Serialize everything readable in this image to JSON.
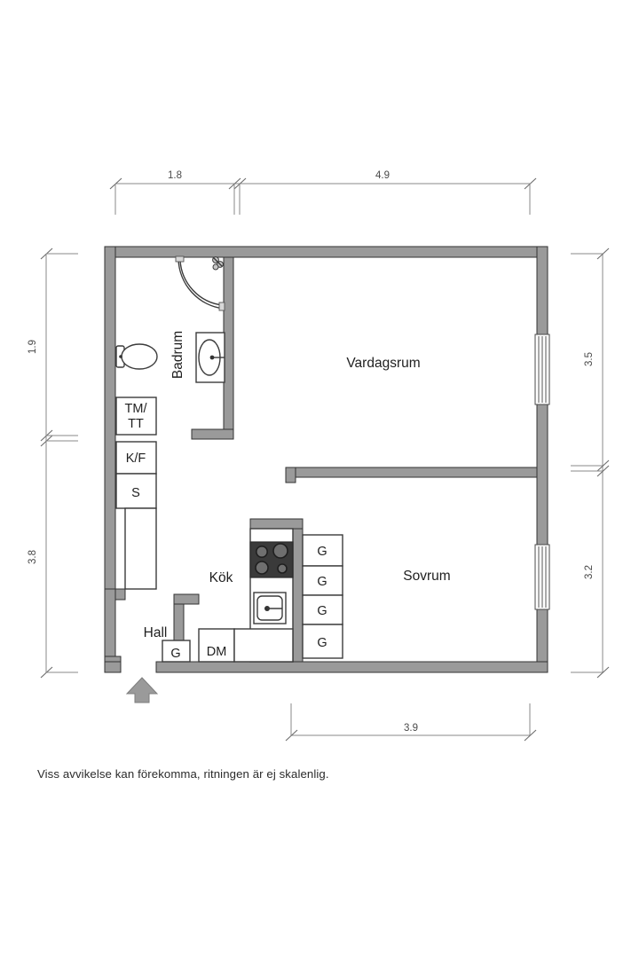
{
  "document": {
    "type": "floor-plan",
    "language": "sv",
    "footnote": "Viss avvikelse kan förekomma, ritningen är ej skalenlig.",
    "background_color": "#ffffff",
    "wall_color": "#9a9a9a",
    "outline_color": "#333333",
    "dimension_color": "#8a8a8a"
  },
  "rooms": [
    {
      "key": "badrum",
      "label": "Badrum",
      "orientation": "vertical"
    },
    {
      "key": "vardagsrum",
      "label": "Vardagsrum",
      "orientation": "horizontal"
    },
    {
      "key": "sovrum",
      "label": "Sovrum",
      "orientation": "horizontal"
    },
    {
      "key": "kok",
      "label": "Kök",
      "orientation": "horizontal"
    },
    {
      "key": "hall",
      "label": "Hall",
      "orientation": "horizontal"
    }
  ],
  "appliances": [
    {
      "key": "tm-tt",
      "label_line1": "TM/",
      "label_line2": "TT"
    },
    {
      "key": "k-f",
      "label": "K/F"
    },
    {
      "key": "s",
      "label": "S"
    },
    {
      "key": "dm",
      "label": "DM"
    },
    {
      "key": "g-hall",
      "label": "G"
    },
    {
      "key": "g-1",
      "label": "G"
    },
    {
      "key": "g-2",
      "label": "G"
    },
    {
      "key": "g-3",
      "label": "G"
    },
    {
      "key": "g-4",
      "label": "G"
    }
  ],
  "fixtures": [
    {
      "key": "shower",
      "name": "corner-shower"
    },
    {
      "key": "toilet",
      "name": "toilet"
    },
    {
      "key": "washbasin",
      "name": "washbasin"
    },
    {
      "key": "kitchen-sink",
      "name": "kitchen-sink"
    },
    {
      "key": "stove",
      "name": "stove-four-burner"
    },
    {
      "key": "entrance-arrow",
      "name": "entrance-arrow"
    },
    {
      "key": "window-living",
      "name": "window"
    },
    {
      "key": "window-bedroom",
      "name": "window"
    }
  ],
  "dimensions": {
    "top": [
      {
        "key": "top-left",
        "value": "1.8"
      },
      {
        "key": "top-right",
        "value": "4.9"
      }
    ],
    "left": [
      {
        "key": "left-upper",
        "value": "1.9"
      },
      {
        "key": "left-lower",
        "value": "3.8"
      }
    ],
    "right": [
      {
        "key": "right-upper",
        "value": "3.5"
      },
      {
        "key": "right-lower",
        "value": "3.2"
      }
    ],
    "bottom": [
      {
        "key": "bottom",
        "value": "3.9"
      }
    ]
  }
}
